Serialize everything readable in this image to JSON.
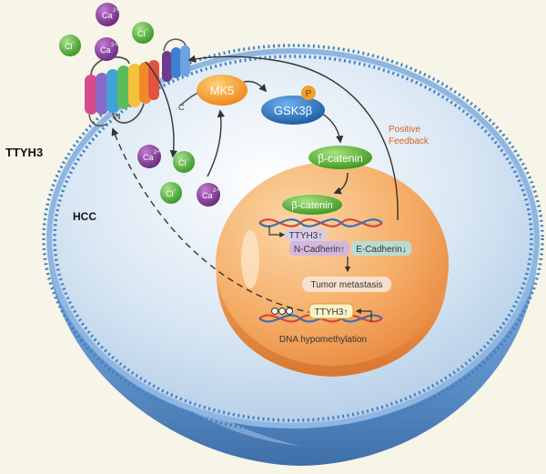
{
  "labels": {
    "ttyh3_side": "TTYH3",
    "hcc": "HCC",
    "n_term": "N",
    "c_term": "C",
    "mk5": "MK5",
    "gsk3b": "GSK3β",
    "phospho": "P",
    "beta_catenin_cyto": "β-catenin",
    "beta_catenin_nuc": "β-catenin",
    "positive": "Positive",
    "feedback": "Feedback",
    "ttyh3_up": "TTYH3↑",
    "n_cadherin": "N-Cadherin↑",
    "e_cadherin": "E-Cadherin↓",
    "tumor_metastasis": "Tumor metastasis",
    "ttyh3_promoter": "TTYH3↑",
    "dna_hypomethylation": "DNA hypomethylation"
  },
  "ions": {
    "ca": "Ca",
    "ca_charge": "2+",
    "cl": "Cl",
    "cl_charge": "-"
  },
  "colors": {
    "background": "#f6f5e8",
    "cell_fill": "#c9dcee",
    "membrane": "#3d7fc8",
    "nucleus": "#f3a35e",
    "ca_ion": "#8a3f9c",
    "cl_ion": "#6abf4b",
    "mk5": "#f39a28",
    "gsk3b": "#2a74c0",
    "beta_catenin": "#5cb531",
    "feedback_text": "#d8651e"
  }
}
